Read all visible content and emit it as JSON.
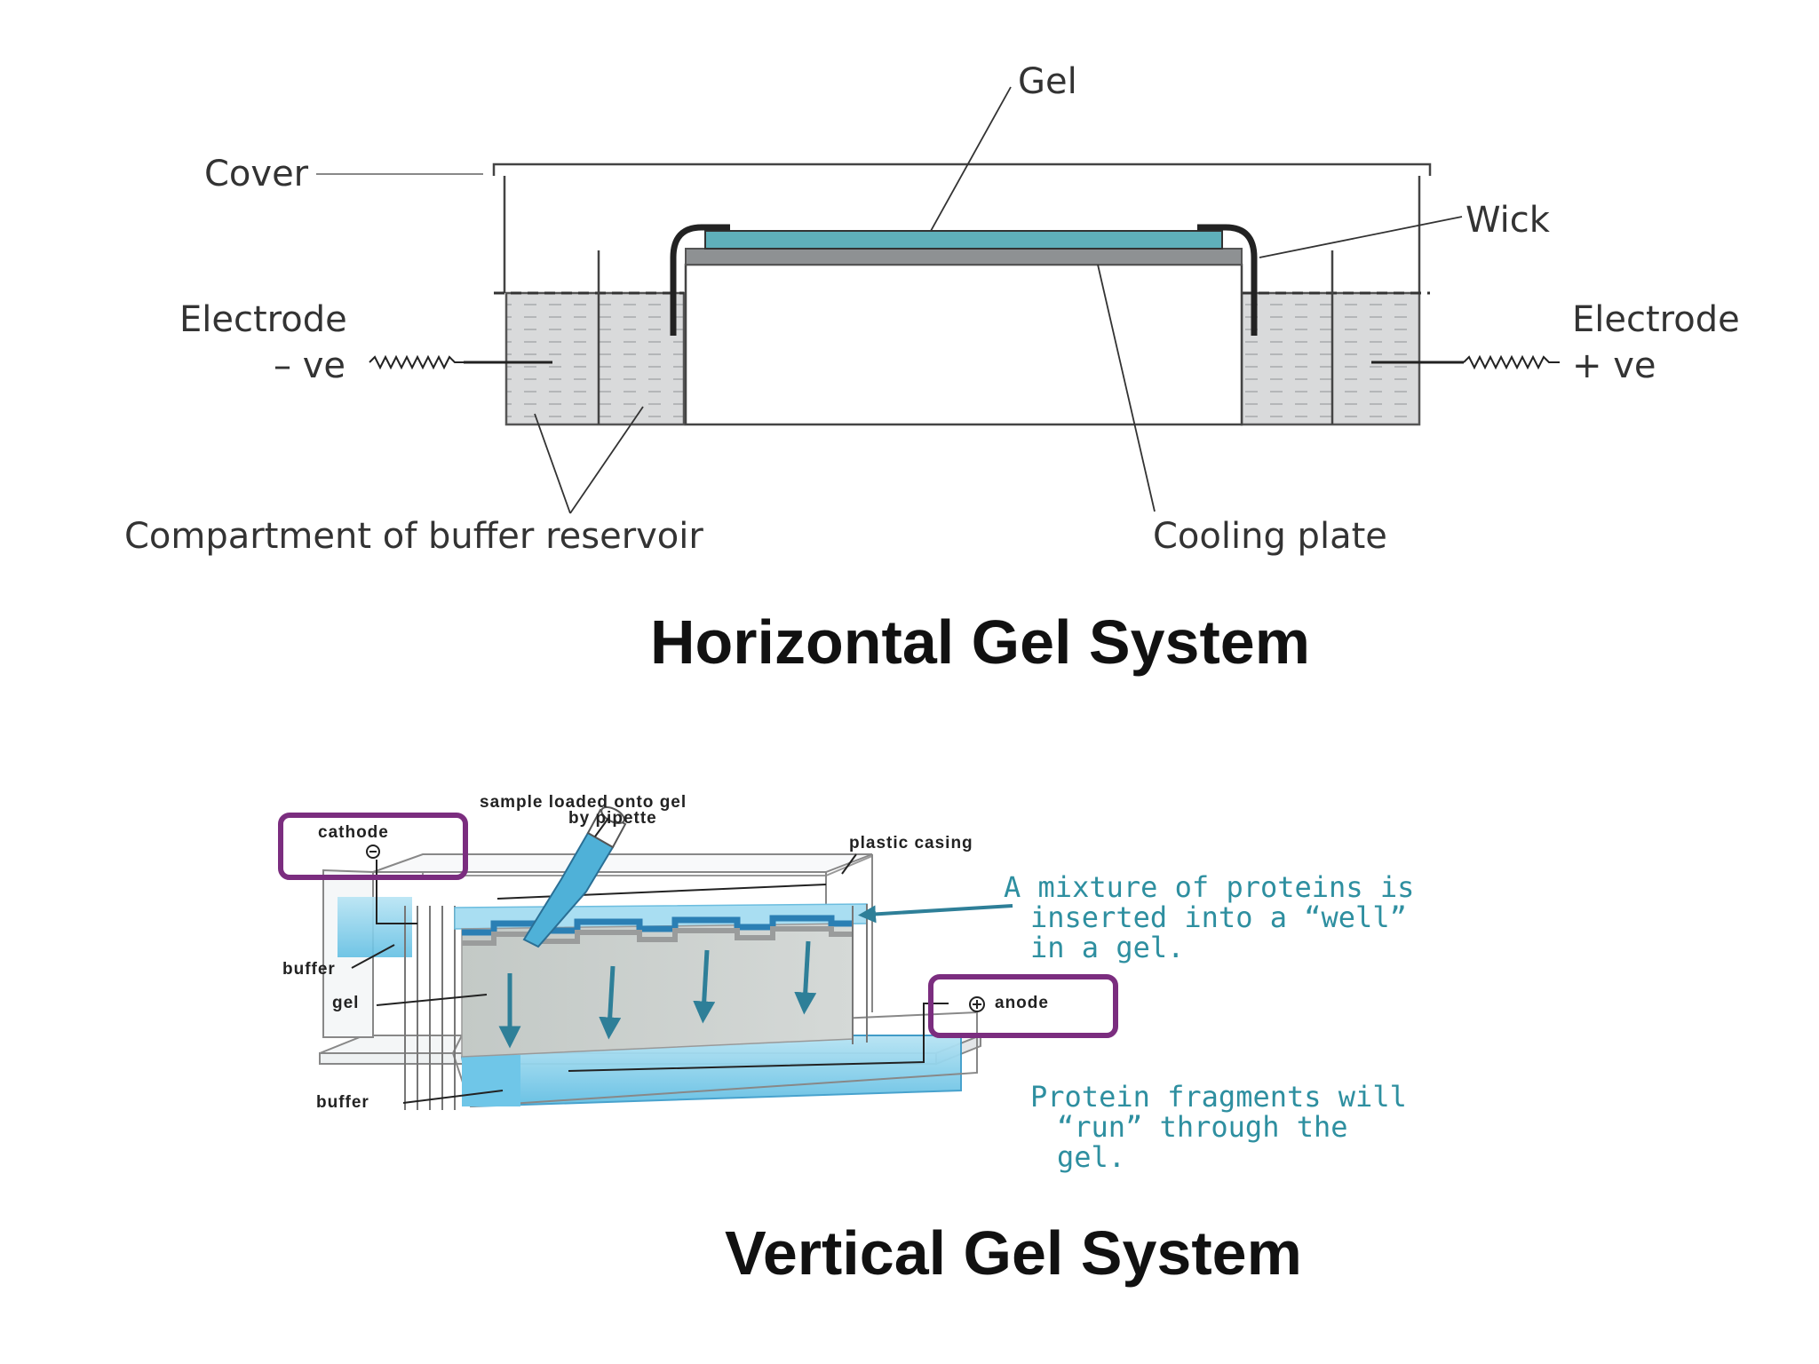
{
  "horizontal": {
    "title": "Horizontal Gel System",
    "labels": {
      "gel": "Gel",
      "cover": "Cover",
      "wick": "Wick",
      "electrode_left": "Electrode",
      "electrode_left_sign": "– ve",
      "electrode_right": "Electrode",
      "electrode_right_sign": "+ ve",
      "buffer_compartment": "Compartment of buffer reservoir",
      "cooling_plate": "Cooling plate"
    }
  },
  "vertical": {
    "title": "Vertical Gel System",
    "labels": {
      "sample_line1": "sample loaded onto gel",
      "sample_line2": "by pipette",
      "cathode": "cathode",
      "plastic_casing": "plastic casing",
      "buffer_top": "buffer",
      "gel": "gel",
      "buffer_bottom": "buffer",
      "anode": "anode"
    },
    "notes": {
      "well_line1": "A mixture of proteins is",
      "well_line2": "inserted into a “well”",
      "well_line3": "in a gel.",
      "run_line1": "Protein fragments will",
      "run_line2": "“run” through the",
      "run_line3": "gel."
    },
    "colors": {
      "buffer": "#8fd3ec",
      "gel": "#c9cfcb",
      "highlight_box": "#7b2d7f",
      "arrow": "#2e7f98",
      "note_text": "#2e8fa0"
    }
  }
}
